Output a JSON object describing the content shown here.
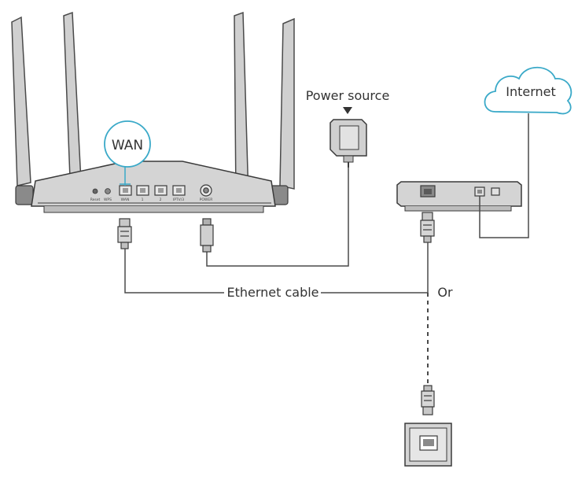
{
  "labels": {
    "wan": "WAN",
    "power_source": "Power source",
    "internet": "Internet",
    "ethernet_cable": "Ethernet cable",
    "or": "Or"
  },
  "router_ports": {
    "reset": "Reset",
    "wps": "WPS",
    "wan": "WAN",
    "lan1": "1",
    "lan2": "2",
    "iptv3": "IPTV/3",
    "power": "POWER"
  },
  "colors": {
    "line": "#4a4a4a",
    "device_fill": "#d4d4d4",
    "device_dark": "#8a8a8a",
    "highlight": "#3aa9c8",
    "cloud_stroke": "#3aa9c8"
  }
}
